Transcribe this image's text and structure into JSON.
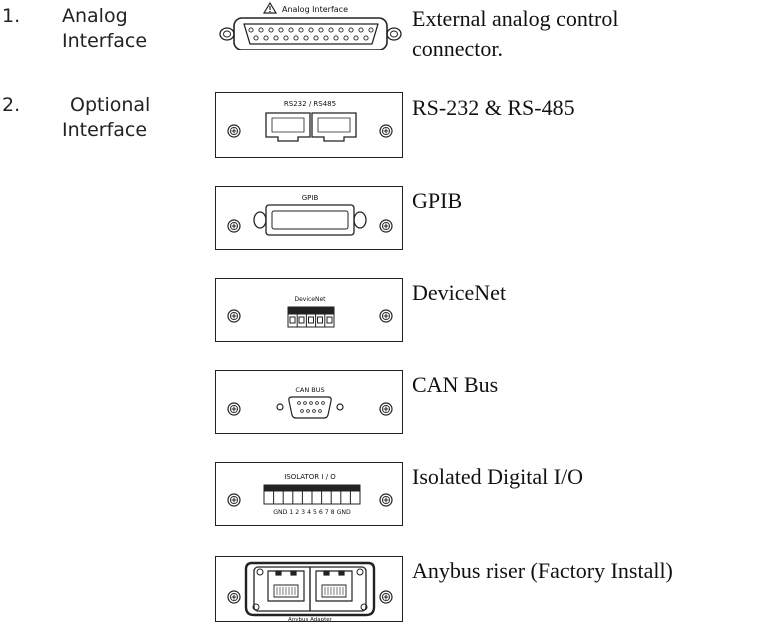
{
  "items": [
    {
      "number": "1.",
      "label_lines": [
        "Analog",
        "Interface"
      ],
      "description_lines": [
        "External analog control",
        "connector."
      ],
      "panel_text": "Analog Interface"
    },
    {
      "number": "2.",
      "label_lines": [
        "Optional",
        "Interface"
      ]
    }
  ],
  "interfaces": [
    {
      "panel_text": "RS232 / RS485",
      "description": "RS-232 & RS-485"
    },
    {
      "panel_text": "GPIB",
      "description": "GPIB"
    },
    {
      "panel_text": "DeviceNet",
      "description": "DeviceNet"
    },
    {
      "panel_text": "CAN  BUS",
      "description": "CAN Bus"
    },
    {
      "panel_text": "ISOLATOR  I / O",
      "pin_labels": "GND 1  2  3  4  5  6  7  8 GND",
      "description": "Isolated Digital I/O"
    },
    {
      "panel_text": "Anybus  Adapter",
      "description": "Anybus riser (Factory Install)"
    }
  ]
}
